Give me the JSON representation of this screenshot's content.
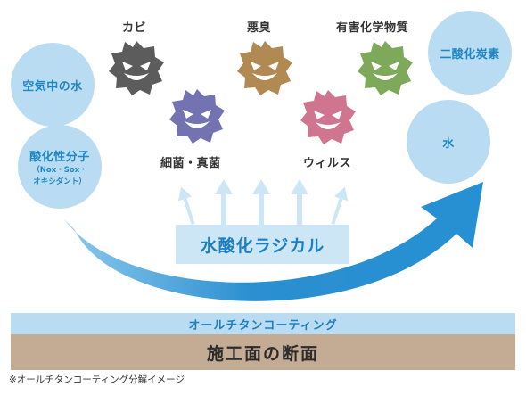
{
  "bubbles": {
    "air_water": "空気中の水",
    "oxidizer_title": "酸化性分子",
    "oxidizer_sub1": "（Nox・Sox・",
    "oxidizer_sub2": "オキシダント）",
    "co2": "二酸化炭素",
    "water": "水"
  },
  "microbes": {
    "mold": "カビ",
    "odor": "悪臭",
    "harmful": "有害化学物質",
    "bacteria": "細菌・真菌",
    "virus": "ウィルス"
  },
  "banner": "水酸化ラジカル",
  "coating": "オールチタンコーティング",
  "surface": "施工面の断面",
  "note": "※オールチタンコーティング分解イメージ",
  "colors": {
    "bubble": "#b9dcf2",
    "accent": "#1b7fc1",
    "surface": "#c4ac94",
    "mold": "#5c5c5c",
    "odor": "#b08a52",
    "harmful": "#7ea85a",
    "bacteria": "#7273b0",
    "virus": "#cf7590"
  }
}
